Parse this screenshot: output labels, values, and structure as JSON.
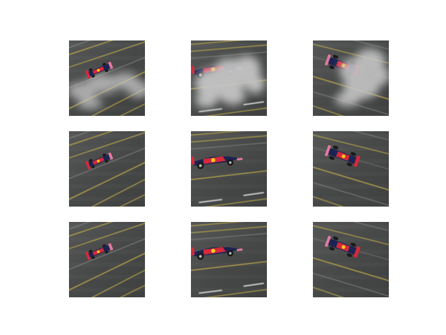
{
  "figure": {
    "rows": 3,
    "columns": 3,
    "colors": {
      "page_background": "#ffffff",
      "asphalt": "#4a4b4b",
      "lane_line_yellow": "#c9b44a",
      "lane_dash_white": "#d8d8d8",
      "smoke": "#c7c7c7",
      "car_body_navy": "#1d2352",
      "car_red": "#d42a3b",
      "car_yellow": "#f2c81e",
      "car_pink": "#e07aa0"
    },
    "panels": [
      {
        "name": "panel-r1-c1",
        "view": "small-car",
        "smoke": 0.55
      },
      {
        "name": "panel-r1-c2",
        "view": "side-car",
        "smoke": 0.95
      },
      {
        "name": "panel-r1-c3",
        "view": "top-car",
        "smoke": 0.85
      },
      {
        "name": "panel-r2-c1",
        "view": "small-car",
        "smoke": 0
      },
      {
        "name": "panel-r2-c2",
        "view": "side-car",
        "smoke": 0
      },
      {
        "name": "panel-r2-c3",
        "view": "top-car",
        "smoke": 0
      },
      {
        "name": "panel-r3-c1",
        "view": "small-car",
        "smoke": 0
      },
      {
        "name": "panel-r3-c2",
        "view": "side-car",
        "smoke": 0
      },
      {
        "name": "panel-r3-c3",
        "view": "top-car",
        "smoke": 0
      }
    ]
  }
}
